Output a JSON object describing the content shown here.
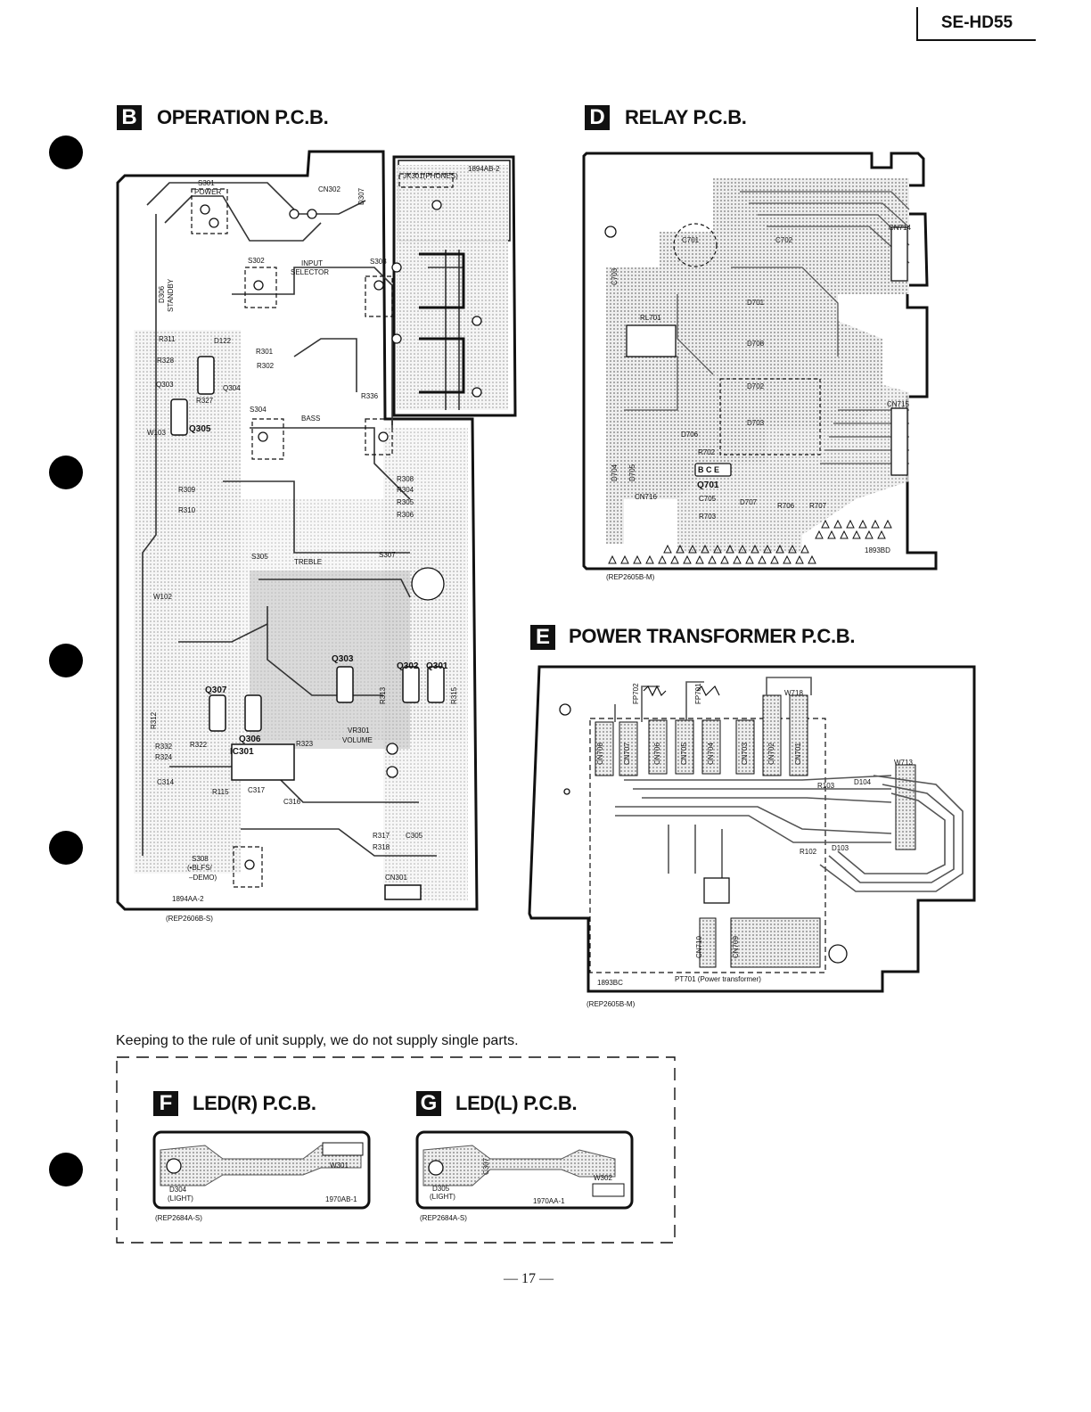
{
  "header": {
    "model": "SE-HD55"
  },
  "sections": {
    "operation": {
      "letter": "B",
      "title": "OPERATION P.C.B.",
      "board_id": "1894AA-2",
      "ref": "(REP2606B-S)"
    },
    "relay": {
      "letter": "D",
      "title": "RELAY P.C.B.",
      "board_id": "1893BD",
      "ref": "(REP2605B-M)"
    },
    "power": {
      "letter": "E",
      "title": "POWER TRANSFORMER P.C.B.",
      "board_id": "1893BC",
      "ref": "(REP2605B-M)",
      "transformer_label": "PT701 (Power transformer)"
    },
    "led_r": {
      "letter": "F",
      "title": "LED(R) P.C.B.",
      "board_id": "1970AB-1",
      "ref": "(REP2684A-S)"
    },
    "led_l": {
      "letter": "G",
      "title": "LED(L) P.C.B.",
      "board_id": "1970AA-1",
      "ref": "(REP2684A-S)"
    }
  },
  "operation_labels": {
    "s301": "S301",
    "power": "POWER",
    "cn302": "CN302",
    "d307": "D307",
    "jk301": "JK301(PHONES)",
    "jk_board": "1894AB-2",
    "s302": "S302",
    "s303": "S303",
    "input": "INPUT",
    "selector": "SELECTOR",
    "d306": "D306",
    "standby": "STANDBY",
    "r311": "R311",
    "d122": "D122",
    "r301": "R301",
    "r302": "R302",
    "r328": "R328",
    "q303": "Q303",
    "q304": "Q304",
    "r327": "R327",
    "q305": "Q305",
    "w103": "W103",
    "s304": "S304",
    "bass": "BASS",
    "r336": "R336",
    "r309": "R309",
    "r310": "R310",
    "r308": "R308",
    "r304": "R304",
    "r305": "R305",
    "r306": "R306",
    "s305": "S305",
    "treble": "TREBLE",
    "s307": "S307",
    "w102": "W102",
    "q302": "Q302",
    "q301": "Q301",
    "q307": "Q307",
    "q306": "Q306",
    "vr301": "VR301",
    "volume": "VOLUME",
    "r313": "R313",
    "r315": "R315",
    "r312": "R312",
    "r332": "R332",
    "r322": "R322",
    "r324": "R324",
    "c314": "C314",
    "ic301": "IC301",
    "r323": "R323",
    "r115": "R115",
    "c317": "C317",
    "c316": "C316",
    "r317": "R317",
    "r318": "R318",
    "c305": "C305",
    "s308": "S308",
    "blfs": "(•BLFS/",
    "demo": "–DEMO)",
    "cn301": "CN301"
  },
  "relay_labels": {
    "c701": "C701",
    "c702": "C702",
    "cn714": "CN714",
    "c703": "C703",
    "d701": "D701",
    "rl701": "RL701",
    "d708": "D708",
    "d702": "D702",
    "cn715": "CN715",
    "d703": "D703",
    "d706": "D706",
    "r702": "R702",
    "q701": "Q701",
    "bce": "B C E",
    "d704": "D704",
    "d705": "D705",
    "cn716": "CN716",
    "c705": "C705",
    "d707": "D707",
    "r706": "R706",
    "r707": "R707",
    "r703": "R703"
  },
  "power_labels": {
    "w718": "W718",
    "fp702": "FP702",
    "fp701": "FP701",
    "cn708": "CN708",
    "cn707": "CN707",
    "cn706": "CN706",
    "cn705": "CN705",
    "cn704": "CN704",
    "cn703": "CN703",
    "cn702": "CN702",
    "cn701": "CN701",
    "w713": "W713",
    "r103": "R103",
    "d104": "D104",
    "r102": "R102",
    "d103": "D103",
    "cn710": "CN710",
    "cn709": "CN709"
  },
  "led_labels": {
    "d304": "D304",
    "light_r": "(LIGHT)",
    "w301": "W301",
    "d305": "D305",
    "light_l": "(LIGHT)",
    "w302": "W302",
    "c307": "C307"
  },
  "notes": {
    "supply": "Keeping to the rule of unit supply, we do not supply single parts."
  },
  "footer": {
    "page": "— 17 —"
  }
}
